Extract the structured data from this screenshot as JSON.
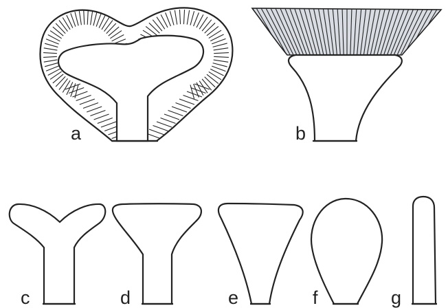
{
  "colors": {
    "outline": "#222222",
    "fill": "#ffffff",
    "tip_shade": "#d9dde3",
    "background": "#ffffff"
  },
  "labels": {
    "a": "a",
    "b": "b",
    "c": "c",
    "d": "d",
    "e": "e",
    "f": "f",
    "g": "g"
  }
}
